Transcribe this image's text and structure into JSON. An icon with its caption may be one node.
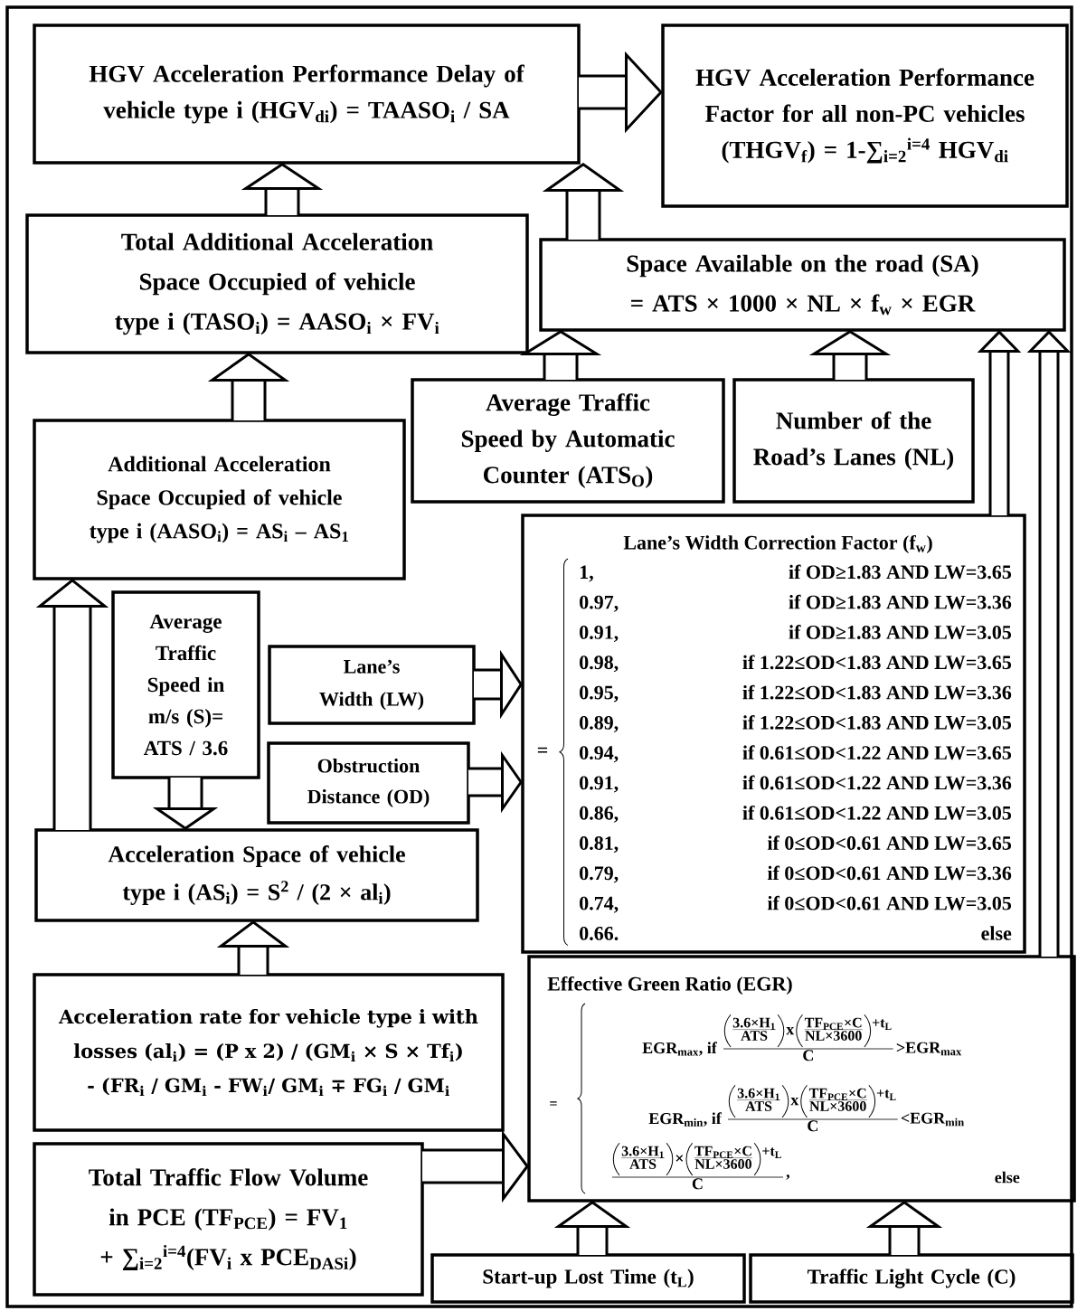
{
  "diagram": {
    "nodes": [
      {
        "text": [
          "HGV Acceleration Performance Delay of vehicle type i (HGV$_{di}$) = TAASO$_{i}$ / SA"
        ]
      },
      {
        "text": [
          "HGV Acceleration Performance Factor for all non-PC vehicles (THGV$_{f}$) = 1-∑$_{i=2}$$^{i=4}$ HGV$_{di}$"
        ]
      },
      {
        "text": [
          "Total Additional Acceleration Space Occupied of vehicle type i (TASO$_{i}$) = AASO$_{i}$ × FV$_{i}$"
        ]
      },
      {
        "text": [
          "Space Available on the road (SA) = ATS × 1000 × NL × f$_{w}$ × EGR"
        ]
      },
      {
        "text": [
          "Average Traffic Speed by Automatic Counter (ATS$_{O}$)"
        ]
      },
      {
        "text": [
          "Number of the Road’s Lanes (NL)"
        ]
      },
      {
        "text": [
          "Additional Acceleration Space Occupied of vehicle type i (AASO$_{i}$) = AS$_{i}$ – AS$_{1}$"
        ]
      },
      {
        "text": [
          "Lane’s Width Correction Factor (f$_{w}$)",
          "=",
          "1,",
          "if OD≥1.83 AND LW=3.65",
          "0.97,",
          "if OD≥1.83 AND LW=3.36",
          "0.91,",
          "if OD≥1.83 AND LW=3.05",
          "0.98,",
          "if 1.22≤OD<1.83 AND LW=3.65",
          "0.95,",
          "if 1.22≤OD<1.83 AND LW=3.36",
          "0.89,",
          "if 1.22≤OD<1.83 AND LW=3.05",
          "0.94,",
          "if 0.61≤OD<1.22 AND LW=3.65",
          "0.91,",
          "if 0.61≤OD<1.22 AND LW=3.36",
          "0.86,",
          "if 0.61≤OD<1.22 AND LW=3.05",
          "0.81,",
          "if 0≤OD<0.61 AND LW=3.65",
          "0.79,",
          "if 0≤OD<0.61 AND LW=3.36",
          "0.74,",
          "if 0≤OD<0.61 AND LW=3.05",
          "0.66.",
          "else"
        ]
      },
      {
        "text": [
          "Average Traffic Speed in m/s (S)= ATS / 3.6"
        ]
      },
      {
        "text": [
          "Lane’s Width (LW)"
        ]
      },
      {
        "text": [
          "Obstruction Distance (OD)"
        ]
      },
      {
        "text": [
          "Acceleration Space of vehicle type i (AS$_{i}$) = S$^{2}$ / (2 × al$_{i}$)"
        ]
      },
      {
        "text": [
          "Acceleration rate for vehicle type i with losses (al$_{i}$) = (P x 2) / (GM$_{i}$ × S × Tf$_{i}$) - (FR$_{i}$ / GM$_{i}$ - FW$_{i}$/ GM$_{i}$ ∓ FG$_{i}$ / GM$_{i}$"
        ]
      },
      {
        "text": [
          "Effective Green Ratio (EGR)",
          "=",
          "EGR$_{max}$, if",
          "3.6×H$_{1}$",
          "ATS",
          "x",
          "TF$_{PCE}$×C",
          "NL×3600",
          "+t$_{L}$",
          "C",
          ">EGR$_{max}$",
          "EGR$_{min}$, if",
          "3.6×H$_{1}$",
          "ATS",
          "x",
          "TF$_{PCE}$×C",
          "NL×3600",
          "+t$_{L}$",
          "C",
          "<EGR$_{min}$",
          "3.6×H$_{1}$",
          "ATS",
          "×",
          "TF$_{PCE}$×C",
          "NL×3600",
          "+t$_{L}$",
          "C",
          ",",
          "else"
        ]
      },
      {
        "text": [
          "Total Traffic Flow Volume in PCE (TF$_{PCE}$) = FV$_{1}$ + ∑$_{i=2}$$^{i=4}$(FV$_{i}$ x PCE$_{DASi}$)"
        ]
      },
      {
        "text": [
          "Start-up Lost Time (t$_{L}$)"
        ]
      },
      {
        "text": [
          "Traffic Light Cycle (C)"
        ]
      }
    ],
    "edges": [
      {
        "from": 0,
        "to": 1,
        "arrow": "to"
      },
      {
        "from": 2,
        "to": 0,
        "arrow": "to"
      },
      {
        "from": 3,
        "to": 0,
        "arrow": "to"
      },
      {
        "from": 4,
        "to": 3,
        "arrow": "to"
      },
      {
        "from": 5,
        "to": 3,
        "arrow": "to"
      },
      {
        "from": 6,
        "to": 2,
        "arrow": "to"
      },
      {
        "from": 11,
        "to": 6,
        "arrow": "to"
      },
      {
        "from": 8,
        "to": 11,
        "arrow": "to"
      },
      {
        "from": 9,
        "to": 7,
        "arrow": "to"
      },
      {
        "from": 10,
        "to": 7,
        "arrow": "to"
      },
      {
        "from": 12,
        "to": 11,
        "arrow": "to"
      },
      {
        "from": 14,
        "to": 13,
        "arrow": "to"
      },
      {
        "from": 15,
        "to": 13,
        "arrow": "to"
      },
      {
        "from": 16,
        "to": 13,
        "arrow": "to"
      },
      {
        "from": 7,
        "to": 3,
        "arrow": "to"
      },
      {
        "from": 13,
        "to": 3,
        "arrow": "to"
      }
    ]
  }
}
